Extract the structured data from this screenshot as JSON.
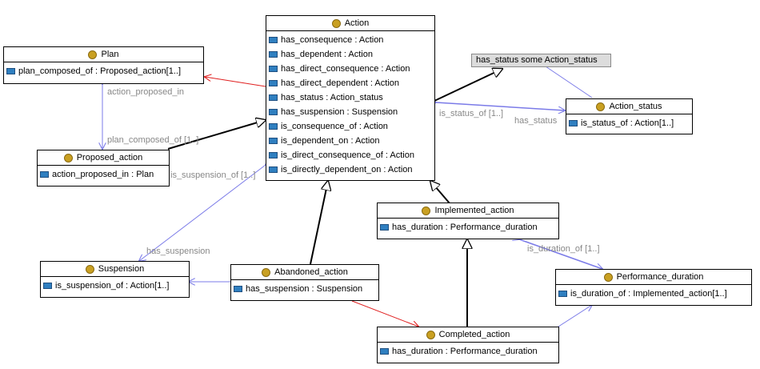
{
  "classes": {
    "action": {
      "name": "Action",
      "attributes": [
        "has_consequence : Action",
        "has_dependent : Action",
        "has_direct_consequence : Action",
        "has_direct_dependent : Action",
        "has_status : Action_status",
        "has_suspension : Suspension",
        "is_consequence_of : Action",
        "is_dependent_on : Action",
        "is_direct_consequence_of : Action",
        "is_directly_dependent_on : Action"
      ]
    },
    "plan": {
      "name": "Plan",
      "attributes": [
        "plan_composed_of : Proposed_action[1..]"
      ]
    },
    "proposed_action": {
      "name": "Proposed_action",
      "attributes": [
        "action_proposed_in : Plan"
      ]
    },
    "action_status": {
      "name": "Action_status",
      "attributes": [
        "is_status_of : Action[1..]"
      ]
    },
    "suspension": {
      "name": "Suspension",
      "attributes": [
        "is_suspension_of : Action[1..]"
      ]
    },
    "abandoned_action": {
      "name": "Abandoned_action",
      "attributes": [
        "has_suspension : Suspension"
      ]
    },
    "implemented_action": {
      "name": "Implemented_action",
      "attributes": [
        "has_duration : Performance_duration"
      ]
    },
    "performance_duration": {
      "name": "Performance_duration",
      "attributes": [
        "is_duration_of : Implemented_action[1..]"
      ]
    },
    "completed_action": {
      "name": "Completed_action",
      "attributes": [
        "has_duration : Performance_duration"
      ]
    }
  },
  "note": {
    "text": "has_status some Action_status"
  },
  "edge_labels": {
    "action_proposed_in": "action_proposed_in",
    "plan_composed_of": "plan_composed_of [1..]",
    "is_status_of": "is_status_of [1..]",
    "has_status": "has_status",
    "is_suspension_of": "is_suspension_of [1..]",
    "has_suspension": "has_suspension",
    "is_duration_of": "is_duration_of [1..]"
  },
  "colors": {
    "inheritance": "#000000",
    "association": "#7b7be8",
    "dependency": "#e02020",
    "class_icon": "#c9a022",
    "attribute_icon": "#2f7fc0"
  }
}
